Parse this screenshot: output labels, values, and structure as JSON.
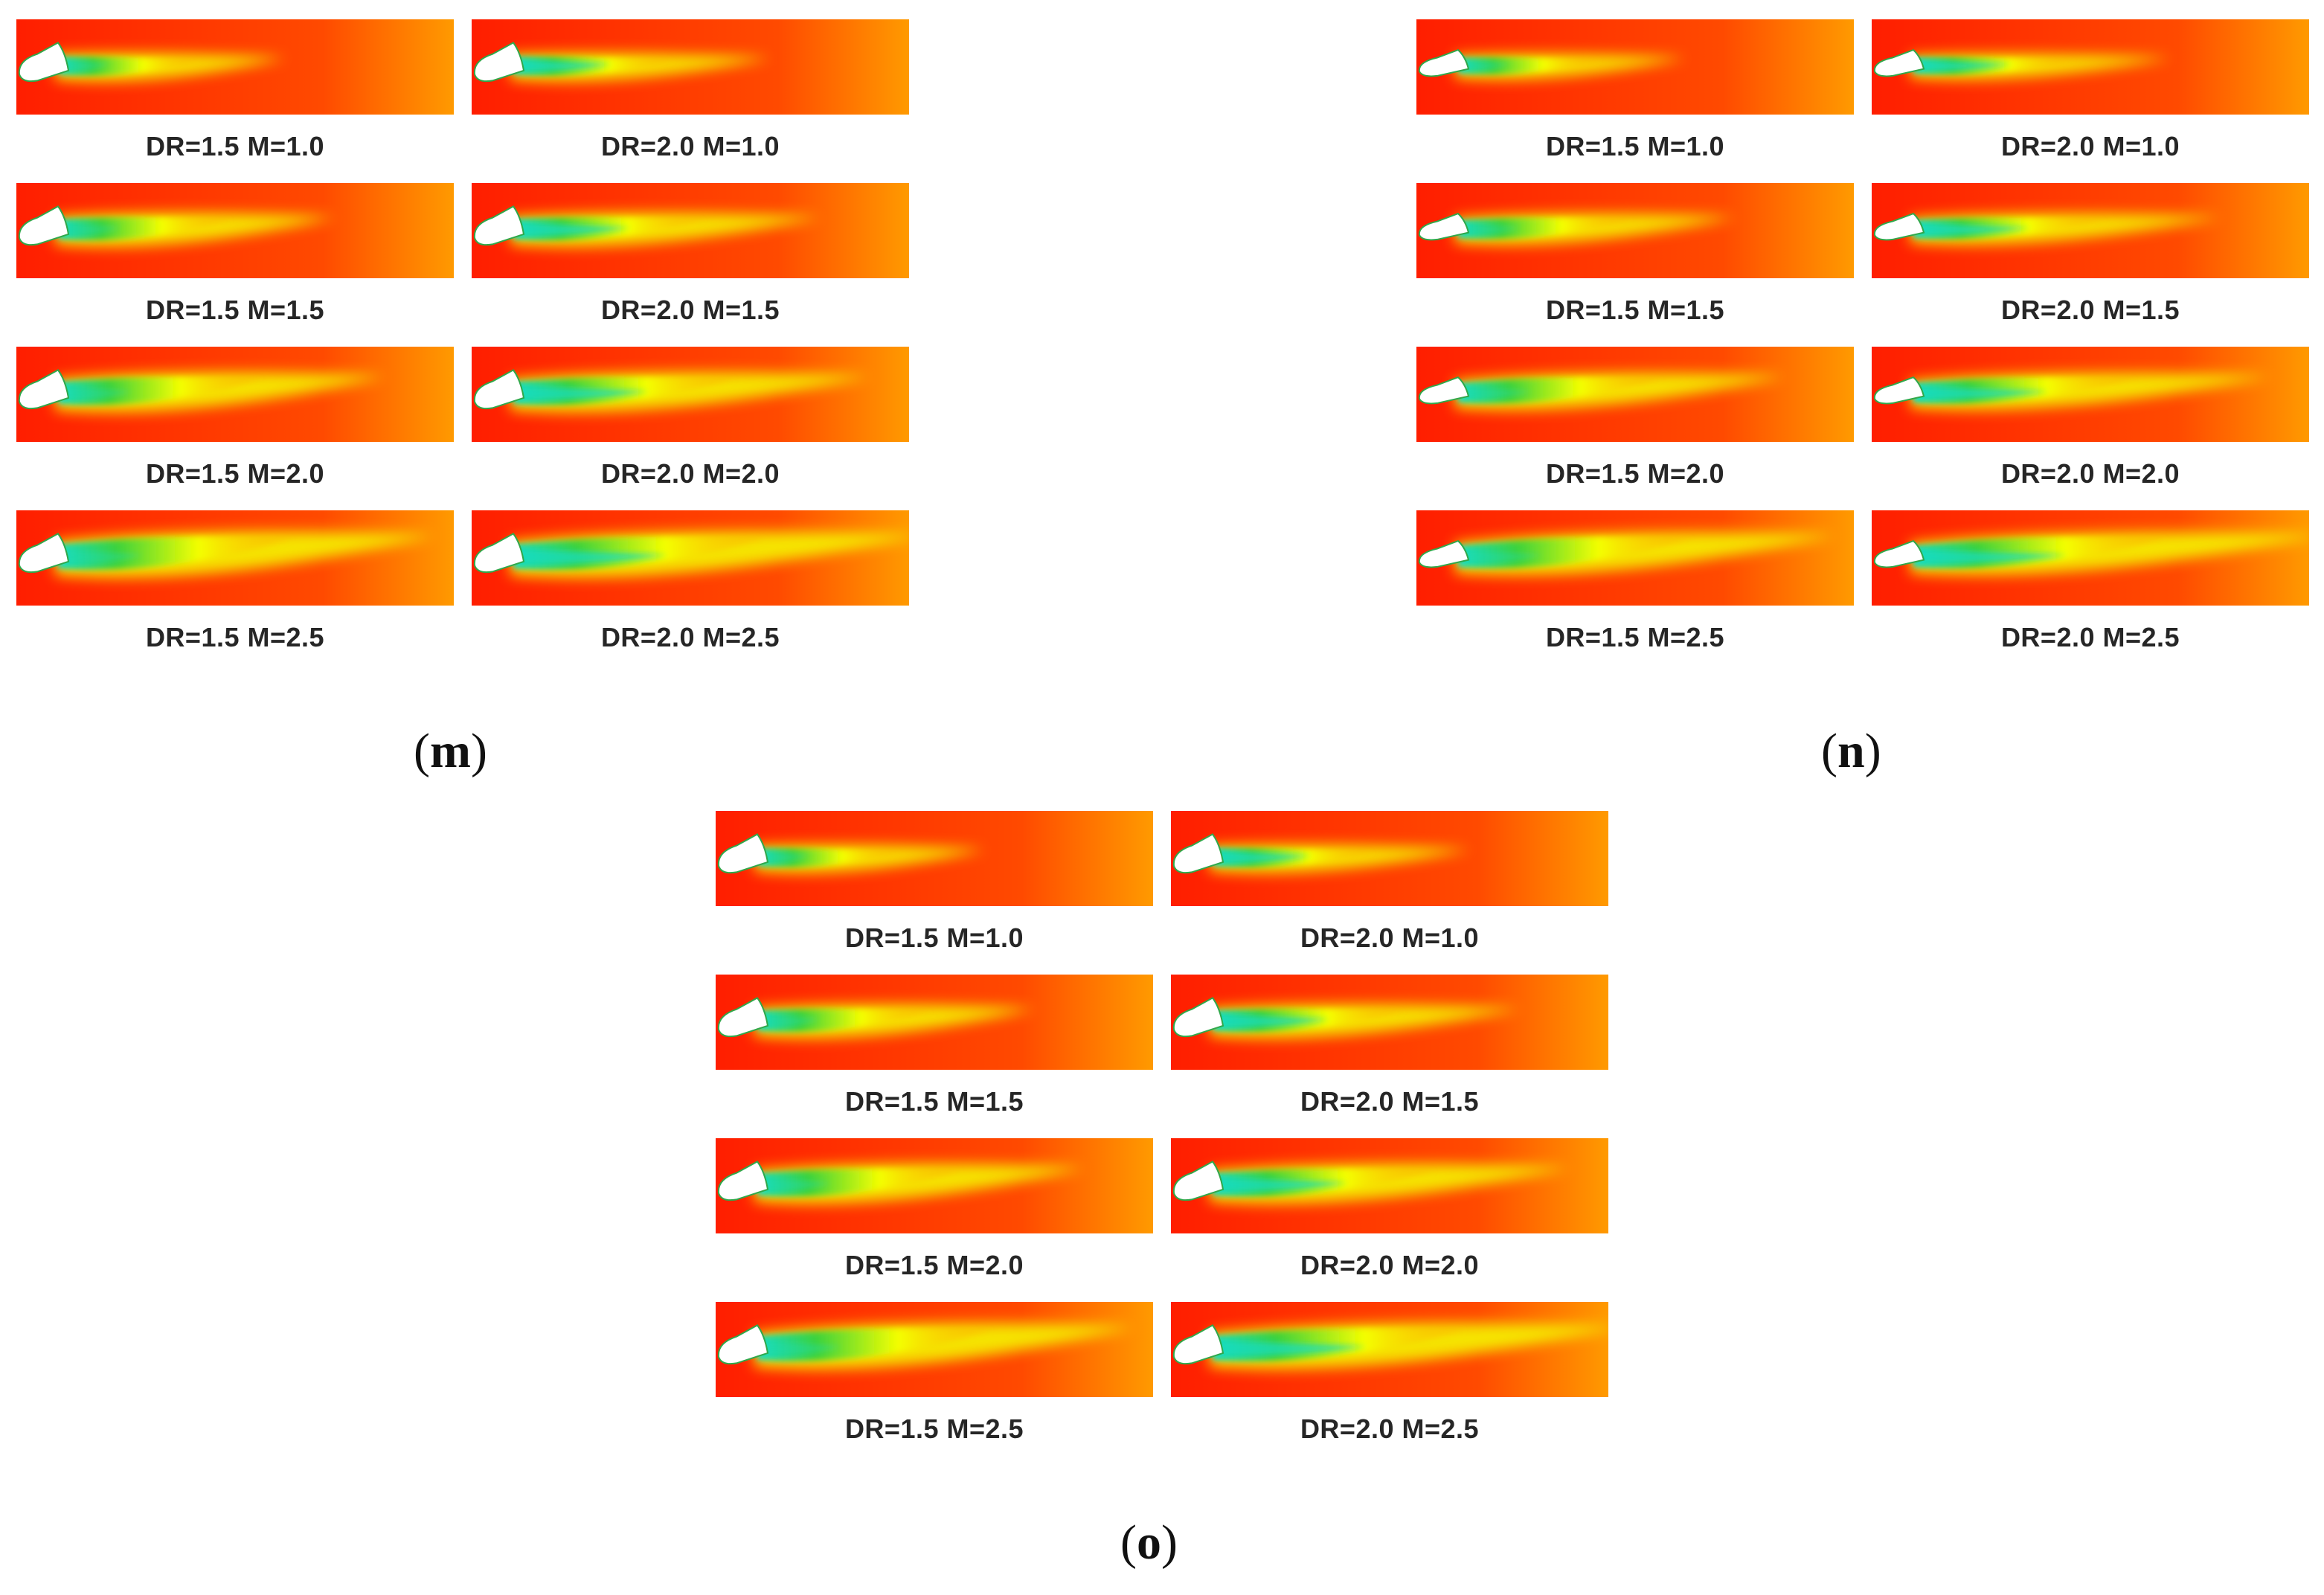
{
  "colors": {
    "field_background": "#ff1e00",
    "hole": "#ffffff",
    "jet_core": "#18dcc0",
    "jet_mid": "#3cd23c",
    "jet_outer": "#f4ff00",
    "far_field": "#ff9a00"
  },
  "groups": [
    {
      "id": "m",
      "label": "m",
      "panels": [
        {
          "caption": "DR=1.5 M=1.0",
          "dr": 1.5,
          "m": 1.0
        },
        {
          "caption": "DR=2.0 M=1.0",
          "dr": 2.0,
          "m": 1.0
        },
        {
          "caption": "DR=1.5 M=1.5",
          "dr": 1.5,
          "m": 1.5
        },
        {
          "caption": "DR=2.0 M=1.5",
          "dr": 2.0,
          "m": 1.5
        },
        {
          "caption": "DR=1.5 M=2.0",
          "dr": 1.5,
          "m": 2.0
        },
        {
          "caption": "DR=2.0 M=2.0",
          "dr": 2.0,
          "m": 2.0
        },
        {
          "caption": "DR=1.5 M=2.5",
          "dr": 1.5,
          "m": 2.5
        },
        {
          "caption": "DR=2.0 M=2.5",
          "dr": 2.0,
          "m": 2.5
        }
      ]
    },
    {
      "id": "n",
      "label": "n",
      "panels": [
        {
          "caption": "DR=1.5 M=1.0",
          "dr": 1.5,
          "m": 1.0
        },
        {
          "caption": "DR=2.0 M=1.0",
          "dr": 2.0,
          "m": 1.0
        },
        {
          "caption": "DR=1.5 M=1.5",
          "dr": 1.5,
          "m": 1.5
        },
        {
          "caption": "DR=2.0 M=1.5",
          "dr": 2.0,
          "m": 1.5
        },
        {
          "caption": "DR=1.5 M=2.0",
          "dr": 1.5,
          "m": 2.0
        },
        {
          "caption": "DR=2.0 M=2.0",
          "dr": 2.0,
          "m": 2.0
        },
        {
          "caption": "DR=1.5 M=2.5",
          "dr": 1.5,
          "m": 2.5
        },
        {
          "caption": "DR=2.0 M=2.5",
          "dr": 2.0,
          "m": 2.5
        }
      ]
    },
    {
      "id": "o",
      "label": "o",
      "panels": [
        {
          "caption": "DR=1.5 M=1.0",
          "dr": 1.5,
          "m": 1.0
        },
        {
          "caption": "DR=2.0 M=1.0",
          "dr": 2.0,
          "m": 1.0
        },
        {
          "caption": "DR=1.5 M=1.5",
          "dr": 1.5,
          "m": 1.5
        },
        {
          "caption": "DR=2.0 M=1.5",
          "dr": 2.0,
          "m": 1.5
        },
        {
          "caption": "DR=1.5 M=2.0",
          "dr": 1.5,
          "m": 2.0
        },
        {
          "caption": "DR=2.0 M=2.0",
          "dr": 2.0,
          "m": 2.0
        },
        {
          "caption": "DR=1.5 M=2.5",
          "dr": 1.5,
          "m": 2.5
        },
        {
          "caption": "DR=2.0 M=2.5",
          "dr": 2.0,
          "m": 2.5
        }
      ]
    }
  ]
}
